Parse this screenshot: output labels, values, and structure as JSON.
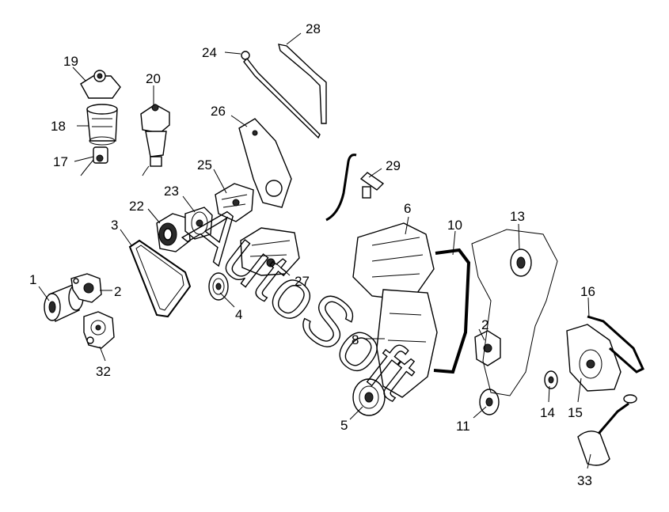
{
  "diagram": {
    "watermark": "AutoSoft",
    "callouts": [
      {
        "id": "c1",
        "text": "1"
      },
      {
        "id": "c2a",
        "text": "2"
      },
      {
        "id": "c2b",
        "text": "2"
      },
      {
        "id": "c3",
        "text": "3"
      },
      {
        "id": "c4",
        "text": "4"
      },
      {
        "id": "c5",
        "text": "5"
      },
      {
        "id": "c6",
        "text": "6"
      },
      {
        "id": "c8",
        "text": "8"
      },
      {
        "id": "c10",
        "text": "10"
      },
      {
        "id": "c11",
        "text": "11"
      },
      {
        "id": "c13",
        "text": "13"
      },
      {
        "id": "c14",
        "text": "14"
      },
      {
        "id": "c15",
        "text": "15"
      },
      {
        "id": "c16",
        "text": "16"
      },
      {
        "id": "c17",
        "text": "17"
      },
      {
        "id": "c18",
        "text": "18"
      },
      {
        "id": "c19",
        "text": "19"
      },
      {
        "id": "c20",
        "text": "20"
      },
      {
        "id": "c22",
        "text": "22"
      },
      {
        "id": "c23",
        "text": "23"
      },
      {
        "id": "c24",
        "text": "24"
      },
      {
        "id": "c25",
        "text": "25"
      },
      {
        "id": "c26",
        "text": "26"
      },
      {
        "id": "c27",
        "text": "27"
      },
      {
        "id": "c28",
        "text": "28"
      },
      {
        "id": "c29",
        "text": "29"
      },
      {
        "id": "c32",
        "text": "32"
      },
      {
        "id": "c33",
        "text": "33"
      }
    ]
  }
}
